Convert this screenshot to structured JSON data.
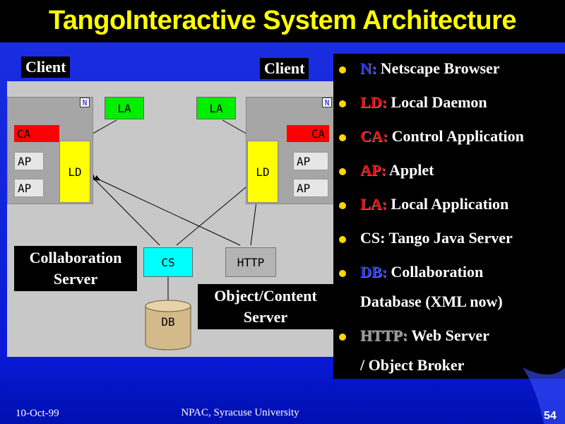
{
  "title": "TangoInteractive System Architecture",
  "diagram": {
    "client_left_label": "Client",
    "client_right_label": "Client",
    "n_left": "N",
    "n_right": "N",
    "ca_left": "CA",
    "ap_left_1": "AP",
    "ap_left_2": "AP",
    "ld_left": "LD",
    "la_left": "LA",
    "la_right": "LA",
    "ca_right": "CA",
    "ap_right_1": "AP",
    "ap_right_2": "AP",
    "ld_right": "LD",
    "cs": "CS",
    "http": "HTTP",
    "db": "DB",
    "collab_server_label": [
      "Collaboration",
      "Server"
    ],
    "object_server_label": [
      "Object/Content",
      "Server"
    ]
  },
  "legend": [
    {
      "abbr": "N:",
      "text": " Netscape Browser",
      "color": "blue"
    },
    {
      "abbr": "LD:",
      "text": " Local Daemon",
      "color": "red"
    },
    {
      "abbr": "CA:",
      "text": " Control Application",
      "color": "red"
    },
    {
      "abbr": "AP:",
      "text": " Applet",
      "color": "red"
    },
    {
      "abbr": "LA:",
      "text": " Local Application",
      "color": "red"
    },
    {
      "abbr": "",
      "text": "CS: Tango Java Server",
      "color": "none"
    },
    {
      "abbr": "DB:",
      "text": " Collaboration",
      "text2": "Database (XML now)",
      "color": "blue"
    },
    {
      "abbr": "HTTP:",
      "text": " Web Server",
      "text2": "/ Object Broker",
      "color": "gray"
    }
  ],
  "footer": {
    "date": "10-Oct-99",
    "org": "NPAC, Syracuse University",
    "page": "54"
  }
}
